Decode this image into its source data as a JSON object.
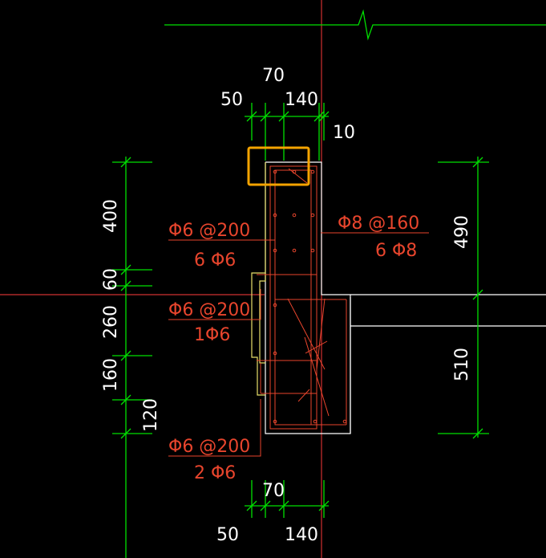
{
  "dimensions_top": {
    "d70": "70",
    "d50": "50",
    "d140": "140",
    "d10": "10"
  },
  "dimensions_bottom": {
    "d70": "70",
    "d50": "50",
    "d140": "140"
  },
  "dimensions_left": {
    "d400": "400",
    "d60": "60",
    "d260": "260",
    "d160": "160",
    "d120": "120"
  },
  "dimensions_right": {
    "d490": "490",
    "d510": "510"
  },
  "rebar_labels": {
    "upper_left_spacing": "Φ6 @200",
    "upper_left_count": "6 Φ6",
    "middle_left_spacing": "Φ6 @200",
    "middle_left_count": "1Φ6",
    "lower_left_spacing": "Φ6 @200",
    "lower_left_count": "2 Φ6",
    "right_spacing": "Φ8 @160",
    "right_count": "6 Φ8"
  },
  "colors": {
    "background": "#000000",
    "dimension_lines": "#00e000",
    "rebar": "#e8452d",
    "outline": "#e8e06a",
    "axis": "#d03030",
    "highlight": "#f4a300"
  }
}
